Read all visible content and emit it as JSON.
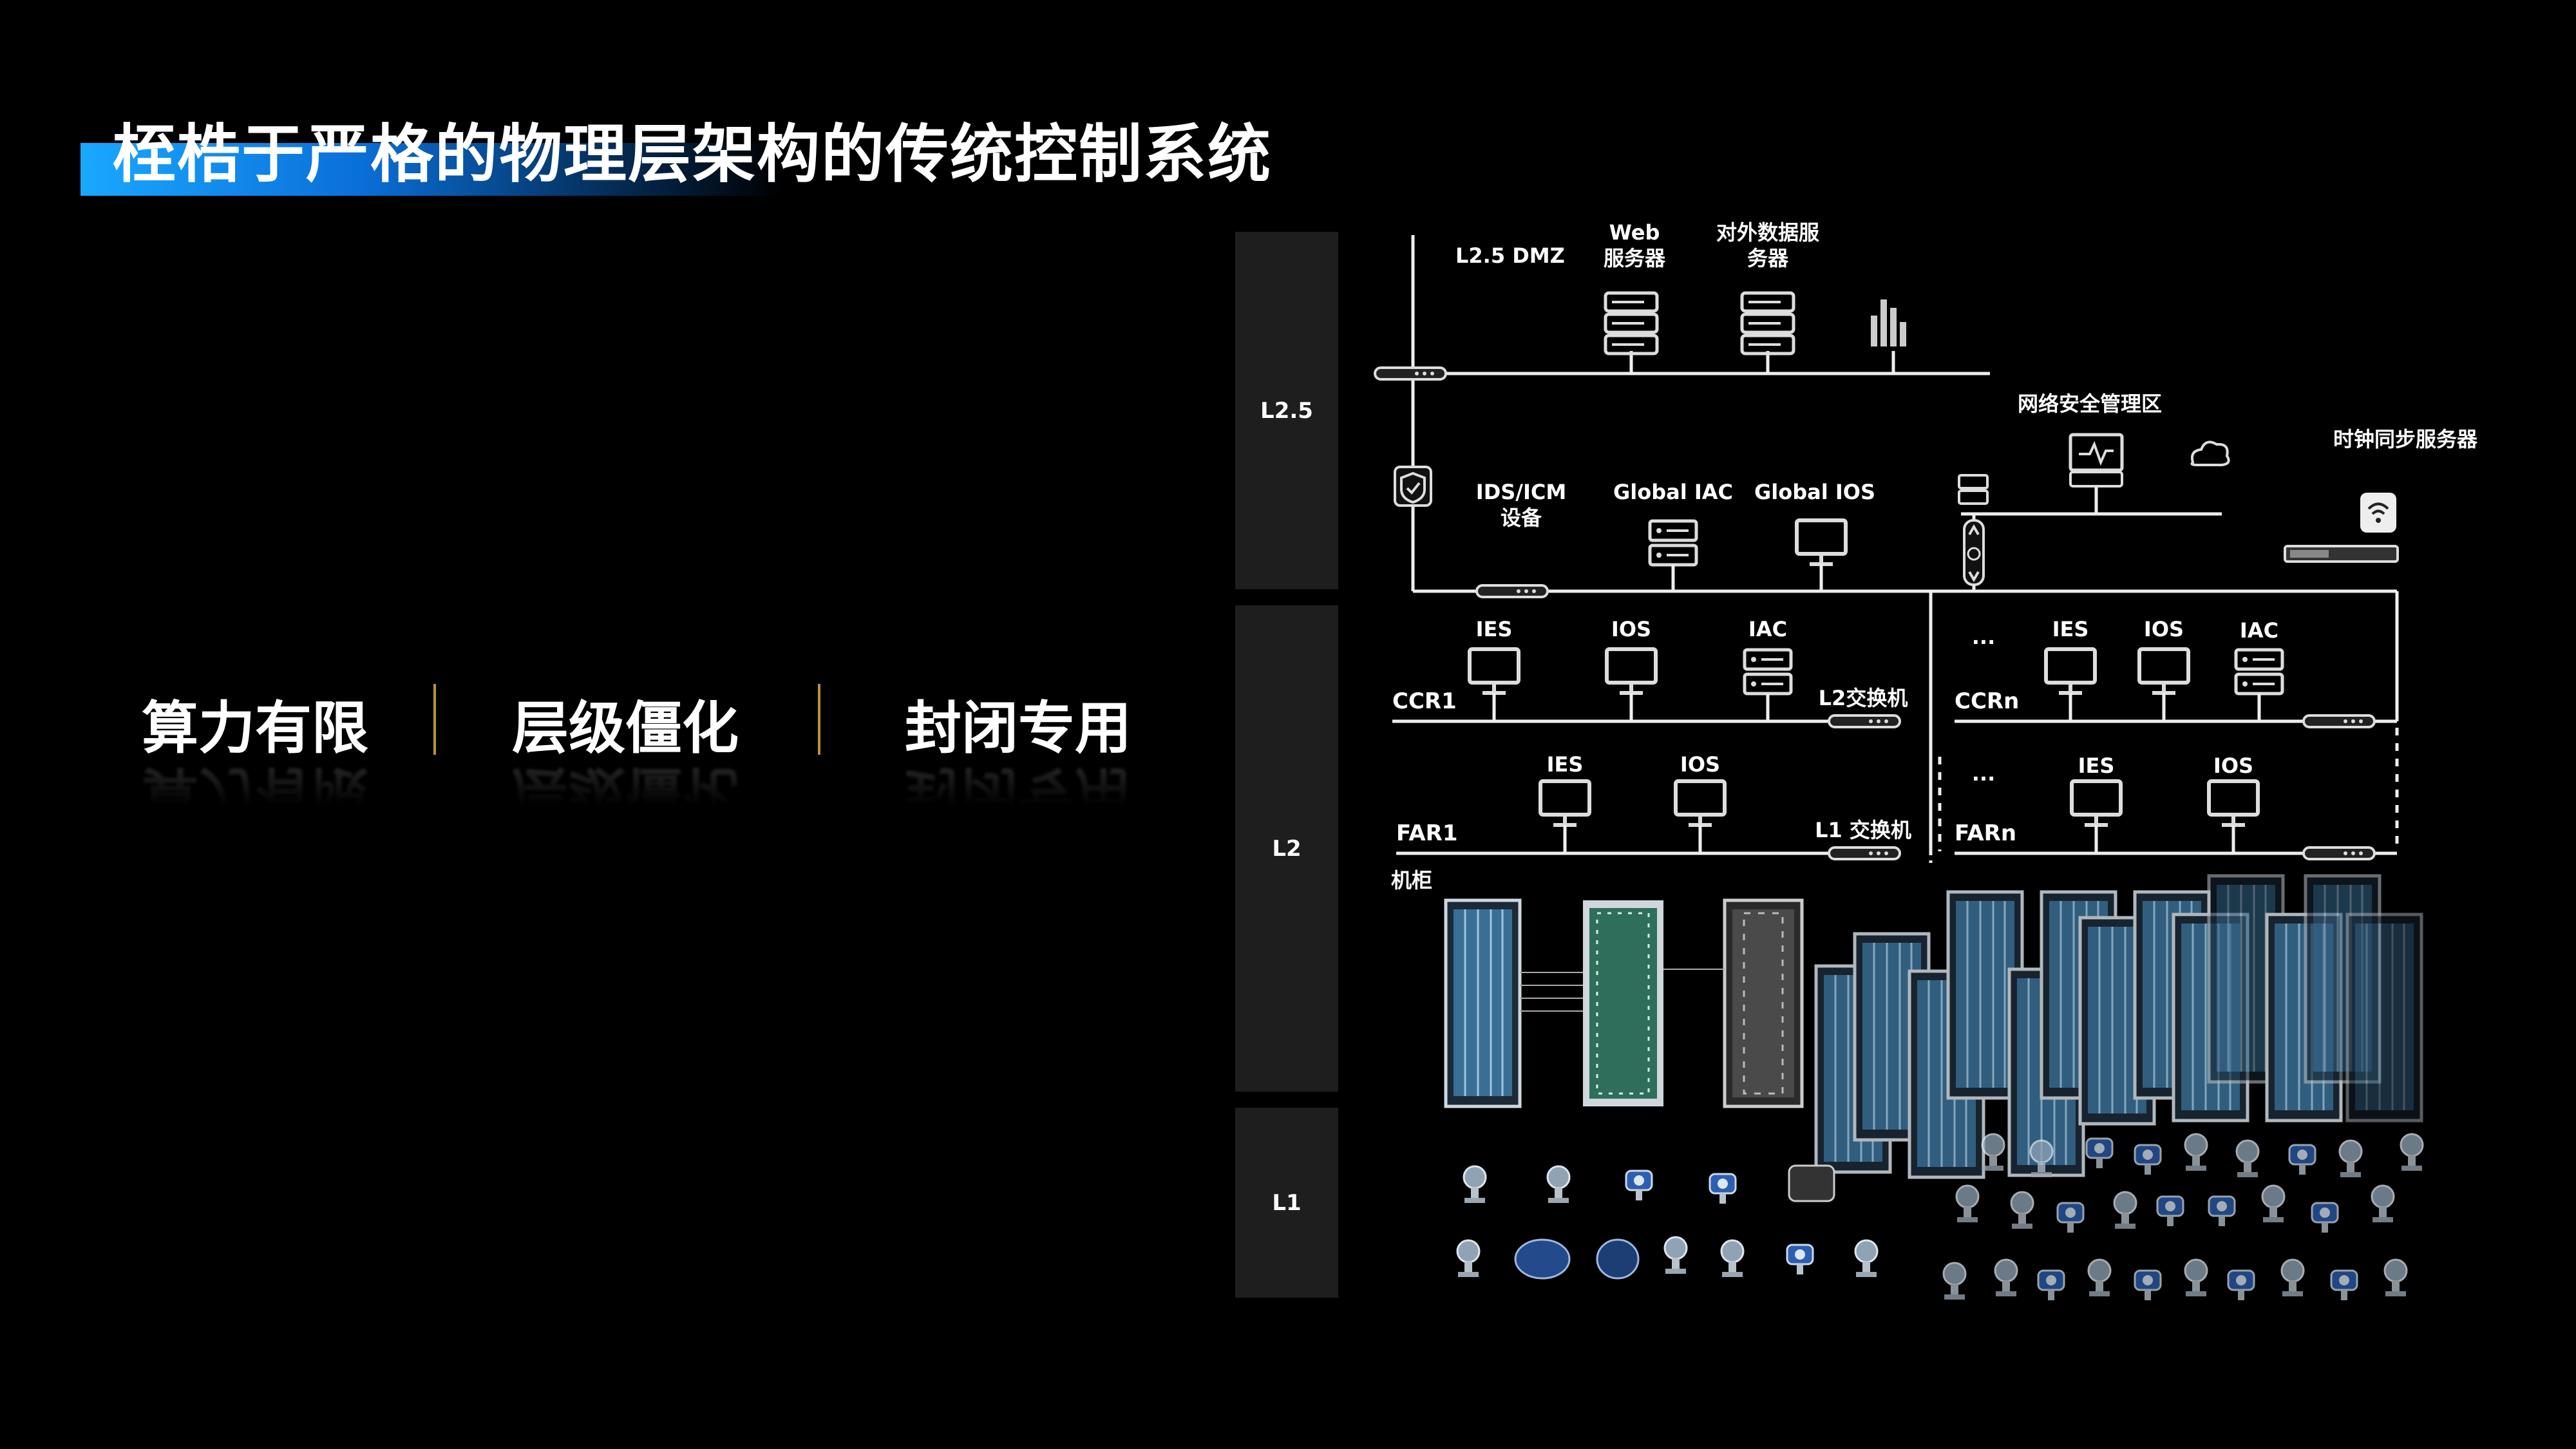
{
  "slide": {
    "title": "桎梏于严格的物理层架构的传统控制系统",
    "keywords": [
      "算力有限",
      "层级僵化",
      "封闭专用"
    ]
  },
  "colors": {
    "accent": "#1aa8ff",
    "separator": "#b8962e",
    "level_bg": "#1e1e1e"
  },
  "diagram": {
    "levels": [
      "L2.5",
      "L2",
      "L1"
    ],
    "dmz": {
      "label": "L2.5 DMZ",
      "web_server": [
        "Web",
        "服务器"
      ],
      "ext_data_server": [
        "对外数据服",
        "务器"
      ]
    },
    "security_zone": "网络安全管理区",
    "clock_server": "时钟同步服务器",
    "ids": [
      "IDS/ICM",
      "设备"
    ],
    "global_iac": "Global IAC",
    "global_ios": "Global IOS",
    "ccr1": {
      "label": "CCR1",
      "ies": "IES",
      "ios": "IOS",
      "iac": "IAC",
      "switch": "L2交换机"
    },
    "ccrn": {
      "dots": "...",
      "label": "CCRn",
      "ies": "IES",
      "ios": "IOS",
      "iac": "IAC"
    },
    "far1": {
      "label": "FAR1",
      "ies": "IES",
      "ios": "IOS",
      "switch": "L1 交换机"
    },
    "farn": {
      "dots": "...",
      "label": "FARn",
      "ies": "IES",
      "ios": "IOS"
    },
    "cabinet_label": "机柜"
  }
}
